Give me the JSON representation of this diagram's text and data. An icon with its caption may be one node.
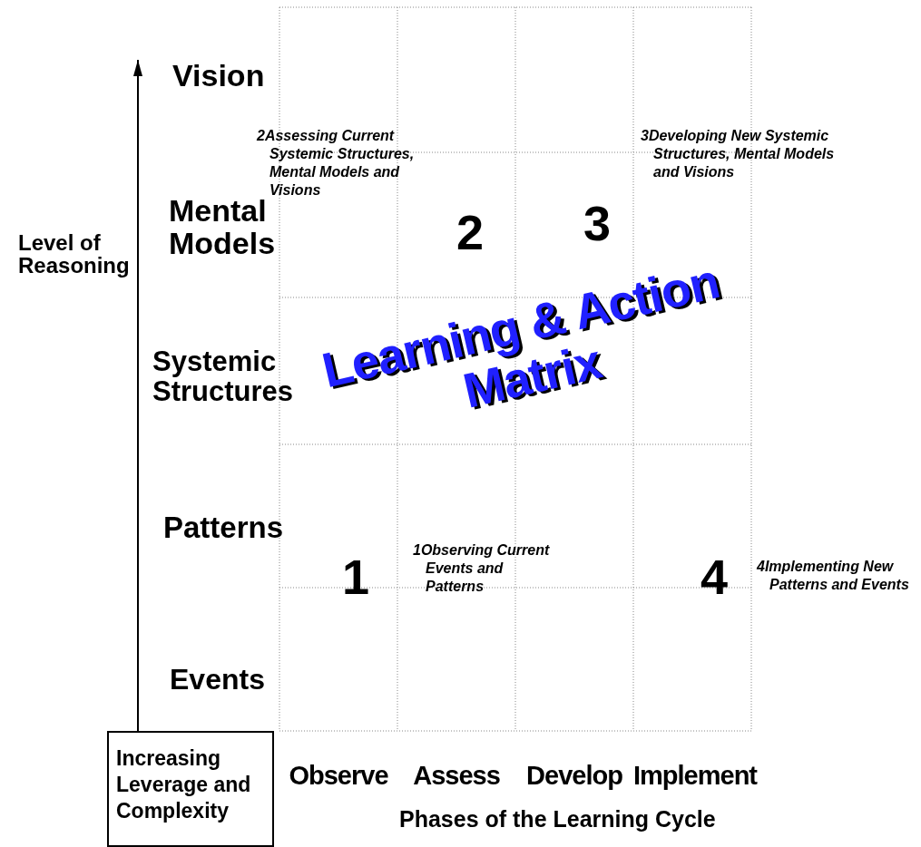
{
  "diagram": {
    "title": "Learning & Action Matrix",
    "nodes": [
      {
        "text": [
          "Increasing Leverage and Complexity"
        ]
      }
    ],
    "edges": [],
    "labels": [
      "Vision",
      "2Assessing Current Systemic Structures, Mental Models and Visions",
      "3Developing New Systemic Structures, Mental Models and Visions",
      "Mental Models",
      "2",
      "3",
      "Level of Reasoning",
      "Systemic Structures",
      "Patterns",
      "1",
      "1Observing Current Events and Patterns",
      "4",
      "4Implementing New Patterns and Events",
      "Events",
      "Observe",
      "Assess",
      "Develop",
      "Implement",
      "Phases of the Learning Cycle"
    ]
  }
}
